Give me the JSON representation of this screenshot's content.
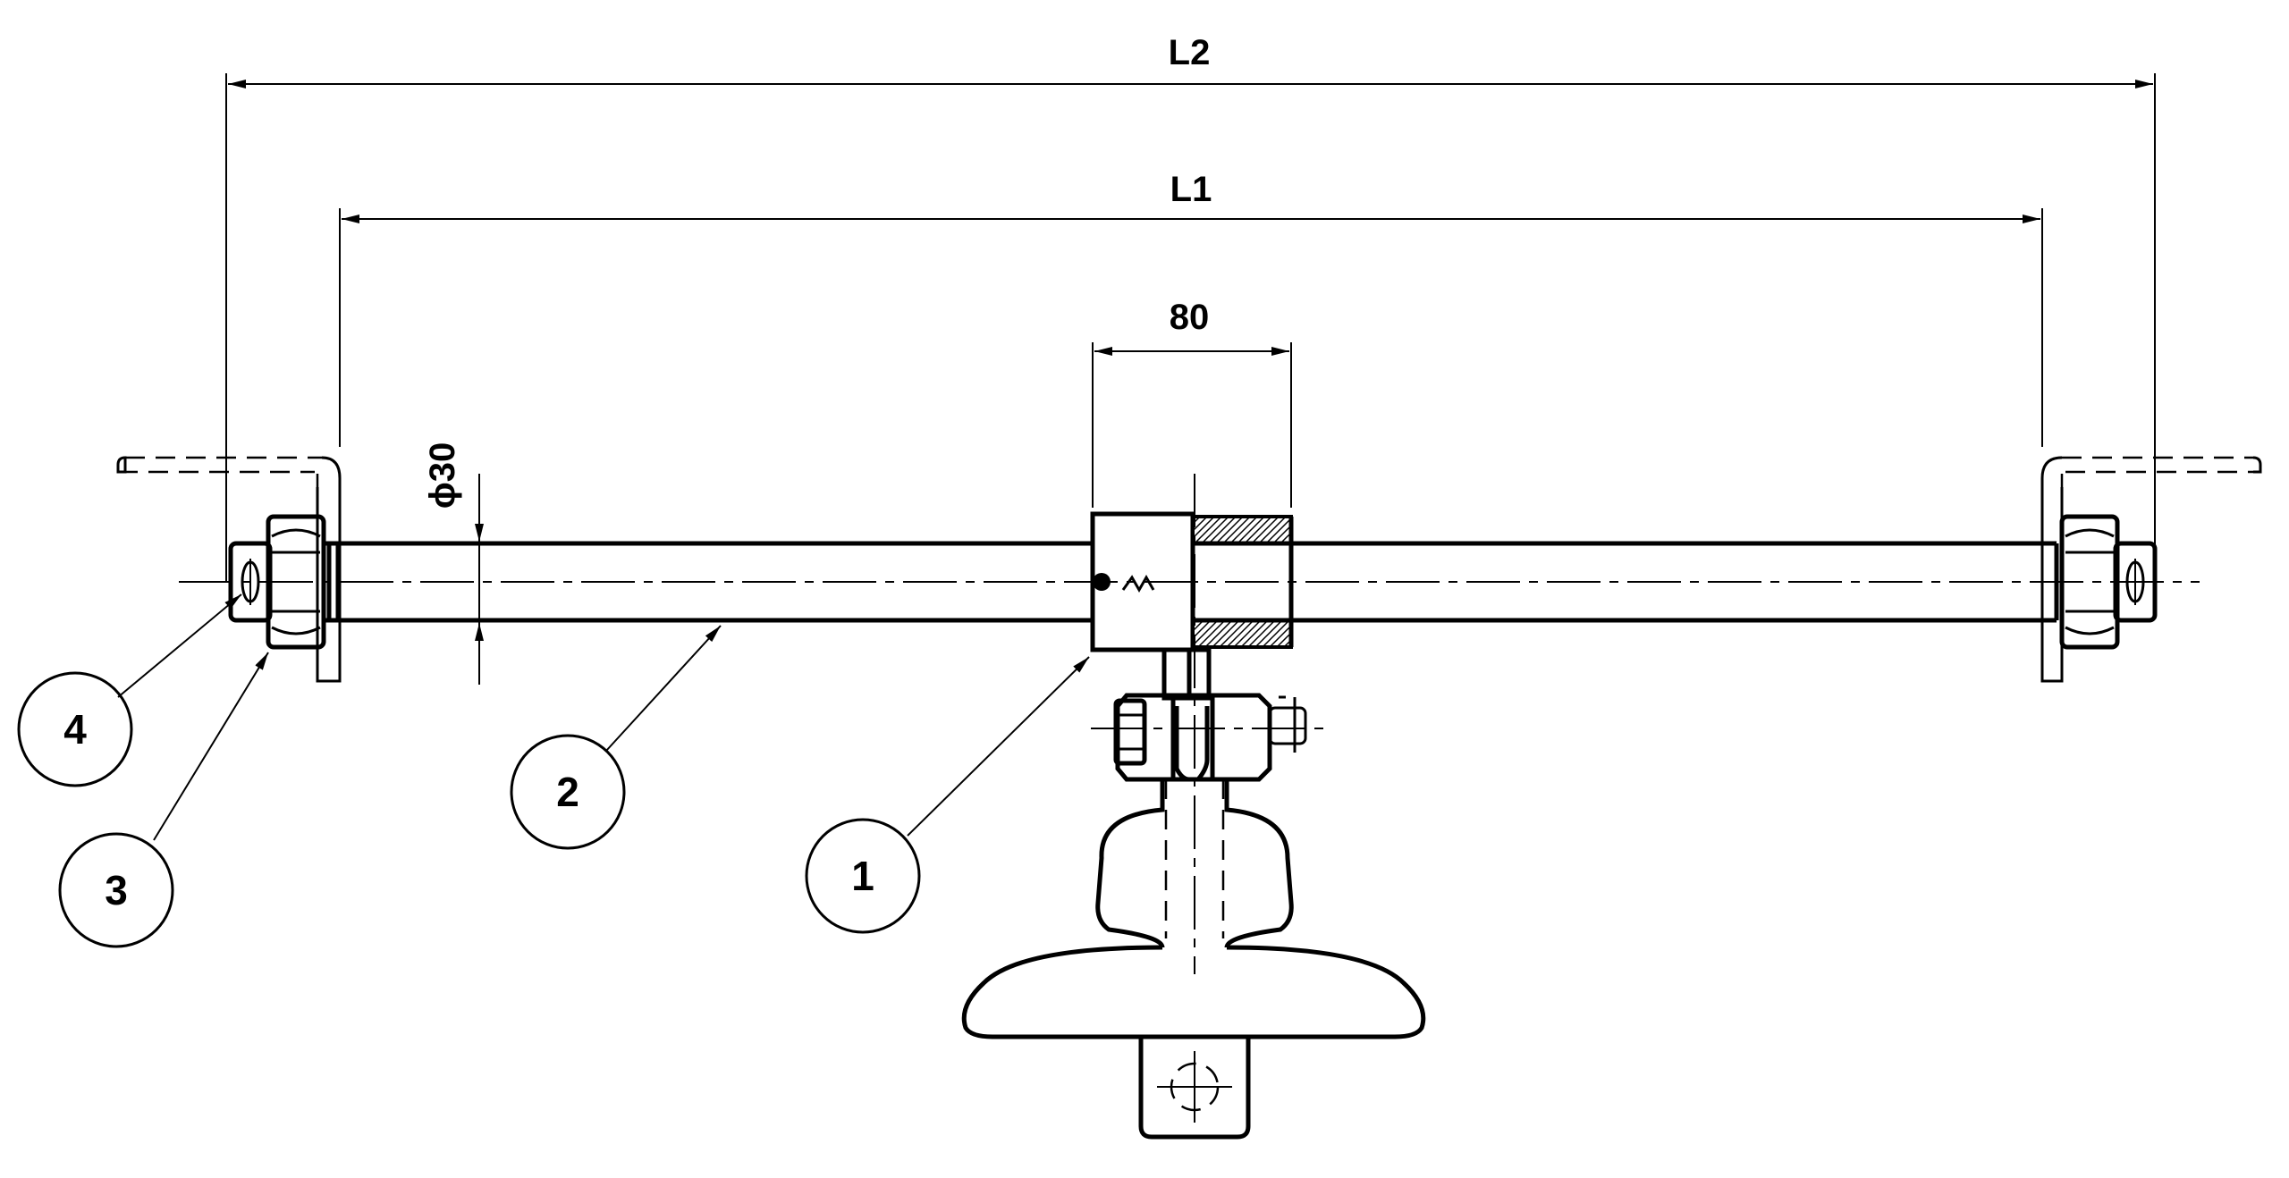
{
  "dimensions": {
    "overall_length": "L2",
    "bar_length": "L1",
    "clamp_width": "80",
    "rod_diameter": "ϕ30"
  },
  "callouts": [
    {
      "id": "1",
      "part": "clamp"
    },
    {
      "id": "2",
      "part": "rod"
    },
    {
      "id": "3",
      "part": "nut"
    },
    {
      "id": "4",
      "part": "pin"
    }
  ],
  "colors": {
    "line": "#000000",
    "background": "#ffffff"
  }
}
